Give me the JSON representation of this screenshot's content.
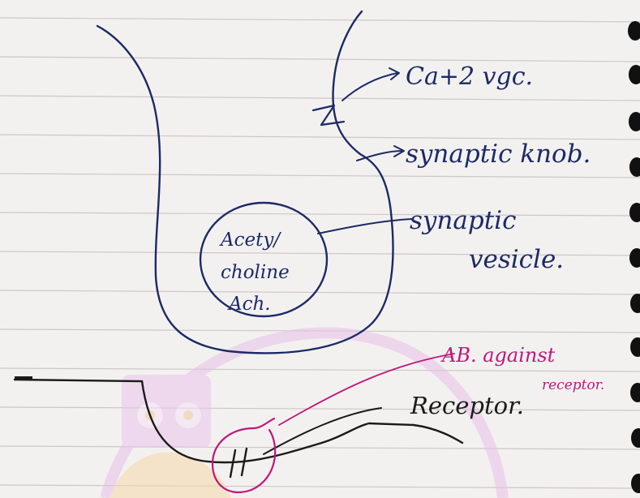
{
  "labels": {
    "ca_vgc": "Ca+2 vgc.",
    "synaptic_knob": "synaptic knob.",
    "synaptic_vesicle_line1": "synaptic",
    "synaptic_vesicle_line2": "vesicle.",
    "vesicle_text_line1": "Acety/",
    "vesicle_text_line2": "choline",
    "vesicle_text_line3": "Ach.",
    "antibody_line1": "AB. against",
    "antibody_line2": "receptor.",
    "receptor": "Receptor."
  },
  "colors": {
    "paper": "#f3f1f0",
    "ruled_line": "#c9c3c4",
    "ink_blue": "#1c2a66",
    "ink_black": "#1a1a1a",
    "ink_magenta": "#c0177a",
    "watermark": "#e8b9e6",
    "binder_hole": "#111111"
  }
}
